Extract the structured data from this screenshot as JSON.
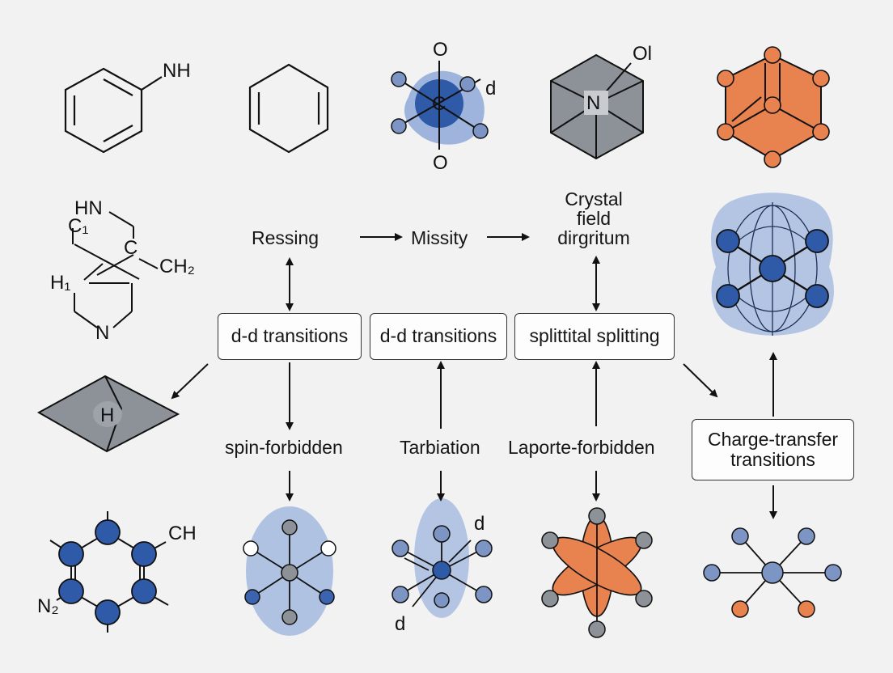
{
  "flow": {
    "node_ressing": "Ressing",
    "node_missity": "Missity",
    "node_crystal_field": "Crystal\nfield\ndirgritum",
    "box_dd_1": "d-d transitions",
    "box_dd_2": "d-d transitions",
    "box_splitting": "splittital splitting",
    "box_charge_transfer": "Charge-transfer\ntransitions",
    "node_spin_forbidden": "spin-forbidden",
    "node_tarbiation": "Tarbiation",
    "node_laporte": "Laporte-forbidden"
  },
  "molecules": {
    "aniline_nh": "NH",
    "octa_o_top": "O",
    "octa_o_bottom": "O",
    "octa_center": "C",
    "octa_d": "d",
    "cube_ol": "Ol",
    "cube_n": "N",
    "bicyclic_hn": "HN",
    "bicyclic_c1": "C₁",
    "bicyclic_c": "C",
    "bicyclic_ch2": "CH₂",
    "bicyclic_h1": "H₁",
    "bicyclic_n": "N",
    "diamond_h": "H",
    "ring_ch": "CH",
    "ring_n2": "N₂",
    "tarb_d_top": "d",
    "tarb_d_bottom": "d"
  },
  "colors": {
    "blue": "#3c64ae",
    "blue_light": "#a9bde0",
    "blue_pale": "#c4d2ea",
    "blue_grey": "#7d95c4",
    "orange": "#e8824f",
    "grey": "#8d9298",
    "dark_grey": "#7c8086"
  }
}
